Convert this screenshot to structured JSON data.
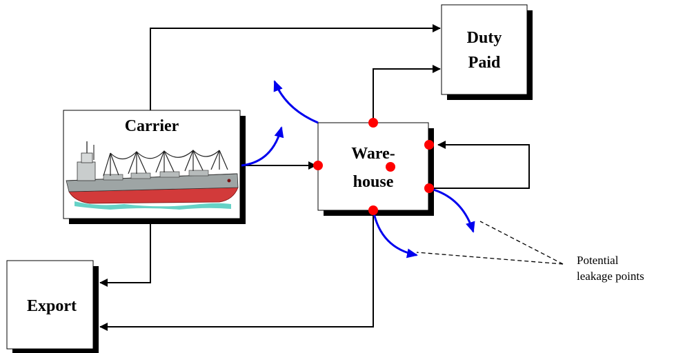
{
  "nodes": {
    "carrier": {
      "label": "Carrier",
      "icon": "cargo-ship-icon"
    },
    "warehouse": {
      "label_line1": "Ware-",
      "label_line2": "house"
    },
    "duty_paid": {
      "label_line1": "Duty",
      "label_line2": "Paid"
    },
    "export": {
      "label": "Export"
    }
  },
  "annotation": {
    "line1": "Potential",
    "line2": "leakage points"
  },
  "colors": {
    "flow_arrow": "#000000",
    "leakage_arrow": "#0000ee",
    "leakage_point": "#ff0000",
    "box_border": "#000000",
    "box_shadow": "#000000"
  }
}
